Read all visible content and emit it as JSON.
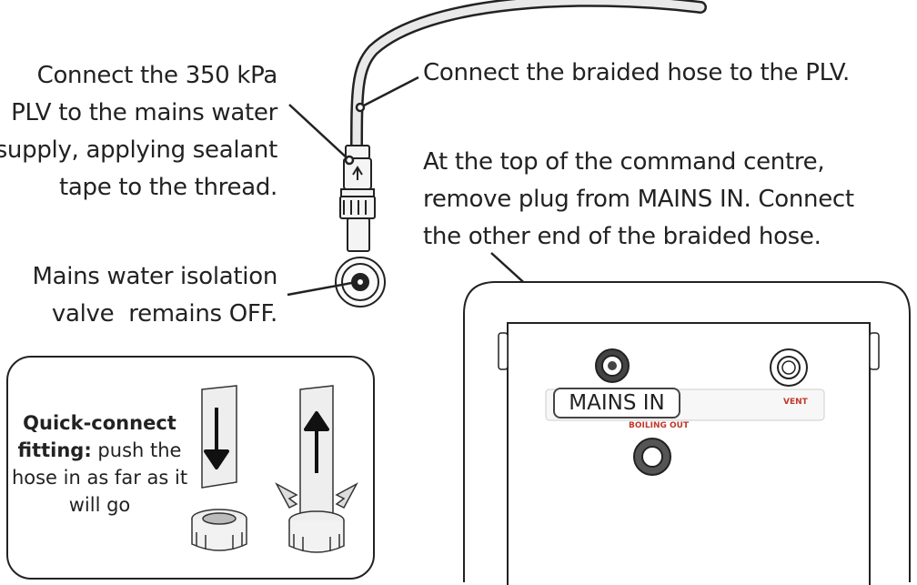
{
  "captions": {
    "plv": [
      "Connect the 350 kPa",
      "PLV to the mains water",
      "supply, applying sealant",
      "tape to the thread."
    ],
    "valve": [
      "Mains water isolation",
      "valve  remains OFF."
    ],
    "hose": "Connect the braided hose to the PLV.",
    "top": [
      "At the top of the command centre,",
      "remove plug from MAINS IN. Connect",
      "the other end of the braided hose."
    ]
  },
  "quick_connect": {
    "bold": "Quick-connect fitting:",
    "rest": " push the hose in as far as it will go"
  },
  "panel_labels": {
    "mains_in": "MAINS IN",
    "vent": "VENT",
    "boiling_out": "BOILING OUT"
  },
  "colors": {
    "outline": "#222222",
    "label_red": "#c0392b",
    "fill_light": "#eeeeee"
  }
}
